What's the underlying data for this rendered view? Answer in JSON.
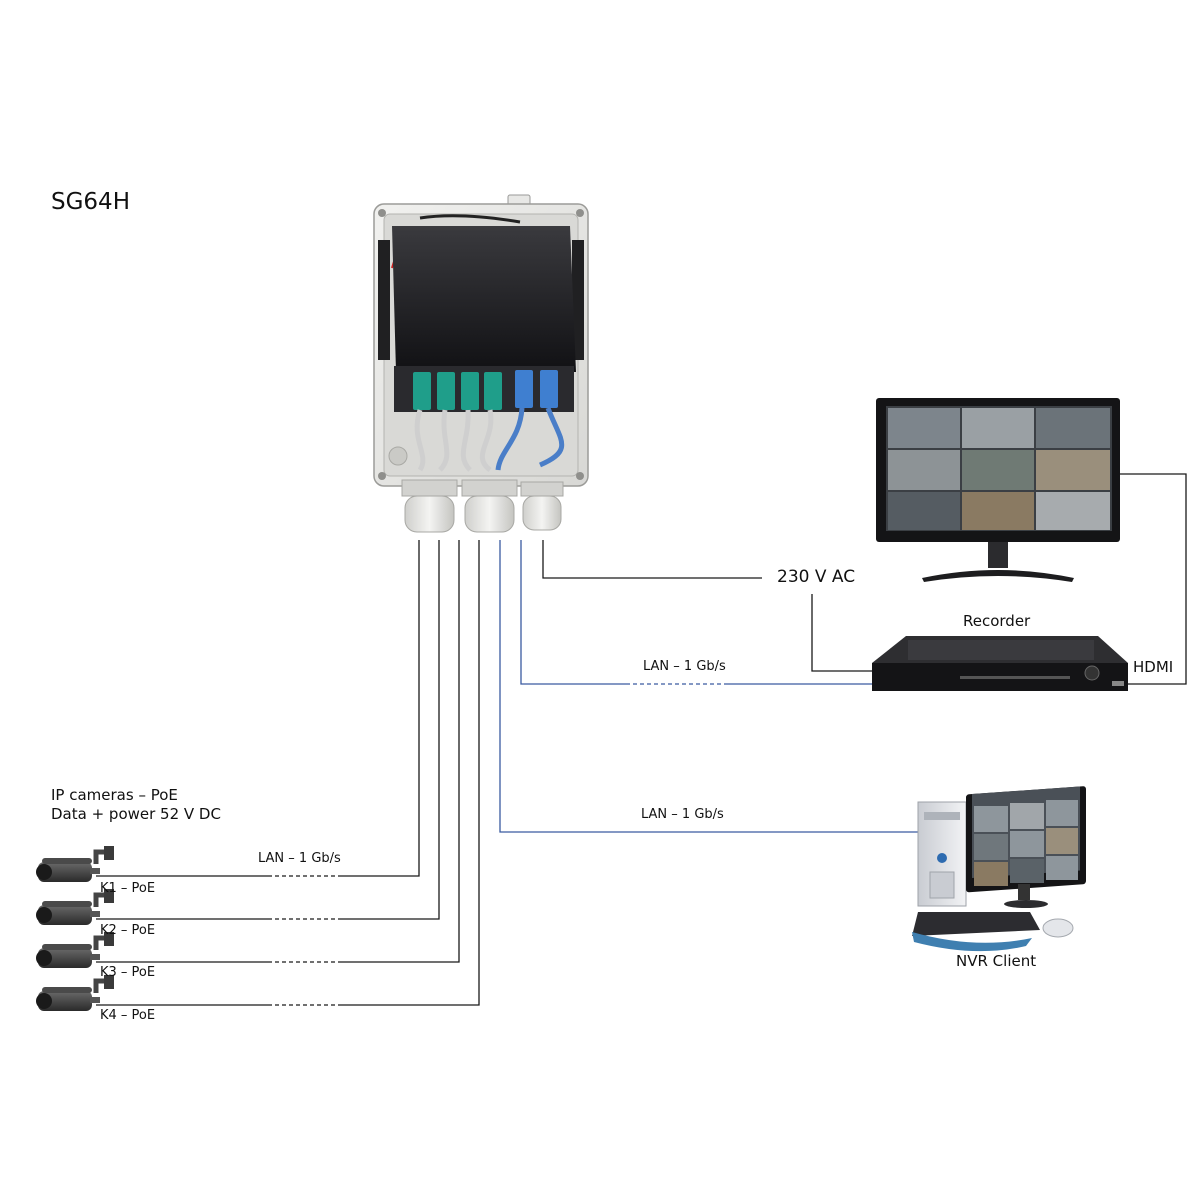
{
  "diagram": {
    "title": "SG64H",
    "power_label": "230 V AC",
    "recorder_label": "Recorder",
    "hdmi_label": "HDMI",
    "nvr_client_label": "NVR Client",
    "camera_group": {
      "line1": "IP cameras – PoE",
      "line2": "Data + power 52 V DC"
    },
    "lan_label_recorder": "LAN – 1 Gb/s",
    "lan_label_client": "LAN – 1 Gb/s",
    "lan_label_cameras": "LAN – 1 Gb/s",
    "cameras": [
      {
        "label": "K1 – PoE"
      },
      {
        "label": "K2 – PoE"
      },
      {
        "label": "K3 – PoE"
      },
      {
        "label": "K4 – PoE"
      }
    ]
  },
  "colors": {
    "wire": "#1a1a1a",
    "lan_wire": "#3a5aa0",
    "enclosure": "#e6e6e4",
    "switch_body": "#1e1e22",
    "poe_plug": "#1f9e8a",
    "uplink_plug": "#3f7fd0",
    "device_dark": "#1d1d1f"
  }
}
